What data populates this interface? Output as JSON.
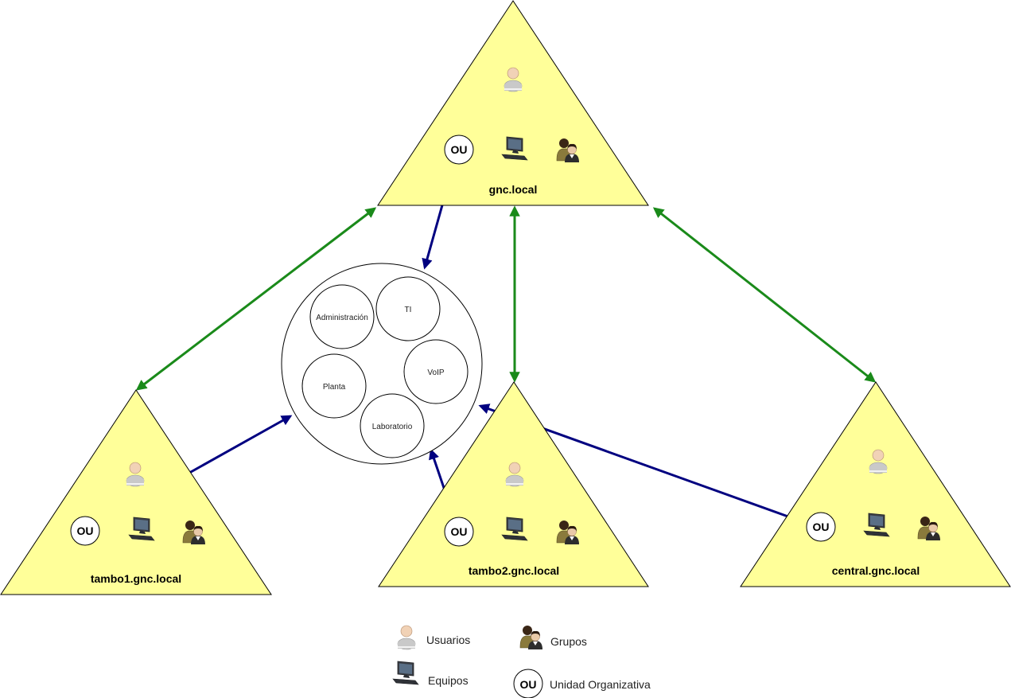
{
  "colors": {
    "triangle_fill": "#FFFF99",
    "triangle_stroke": "#000000",
    "green_arrow": "#1A8A1A",
    "blue_arrow": "#000080"
  },
  "icons": {
    "user": "user-icon",
    "computer": "computer-icon",
    "group": "group-icon",
    "ou": "ou-icon"
  },
  "domains": {
    "root": {
      "label": "gnc.local",
      "ou": "OU"
    },
    "tambo1": {
      "label": "tambo1.gnc.local",
      "ou": "OU"
    },
    "tambo2": {
      "label": "tambo2.gnc.local",
      "ou": "OU"
    },
    "central": {
      "label": "central.gnc.local",
      "ou": "OU"
    }
  },
  "ou_units": [
    "Administración",
    "TI",
    "Planta",
    "VoIP",
    "Laboratorio"
  ],
  "legend": {
    "users": "Usuarios",
    "groups": "Grupos",
    "computers": "Equipos",
    "ou_badge": "OU",
    "ou": "Unidad Organizativa"
  }
}
